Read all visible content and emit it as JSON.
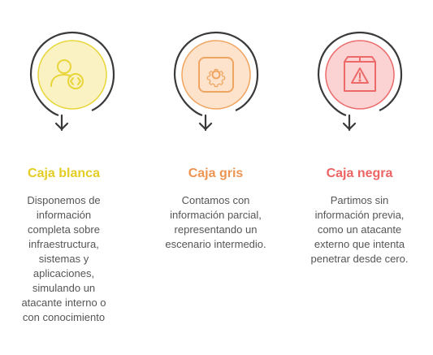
{
  "colors": {
    "yellow_fill": "#fbf2c4",
    "yellow_stroke": "#e7d53a",
    "yellow_title": "#e3cc23",
    "orange_fill": "#fde2cc",
    "orange_stroke": "#f0a561",
    "orange_title": "#ee9452",
    "red_fill": "#fbd3d3",
    "red_stroke": "#ec6a6a",
    "red_title": "#ec6464",
    "arc": "#3a3a3a",
    "text": "#555555"
  },
  "items": [
    {
      "title": "Caja blanca",
      "icon": "user-code-icon",
      "description_lines": [
        "Disponemos de",
        "información",
        "completa sobre",
        "infraestructura,",
        "sistemas y",
        "aplicaciones,",
        "simulando un",
        "atacante interno o",
        "con conocimiento"
      ]
    },
    {
      "title": "Caja gris",
      "icon": "gear-icon",
      "description_lines": [
        "Contamos con",
        "información parcial,",
        "representando un",
        "escenario intermedio."
      ]
    },
    {
      "title": "Caja negra",
      "icon": "box-warning-icon",
      "description_lines": [
        "Partimos sin",
        "información previa,",
        "como un atacante",
        "externo que intenta",
        "penetrar desde cero."
      ]
    }
  ]
}
